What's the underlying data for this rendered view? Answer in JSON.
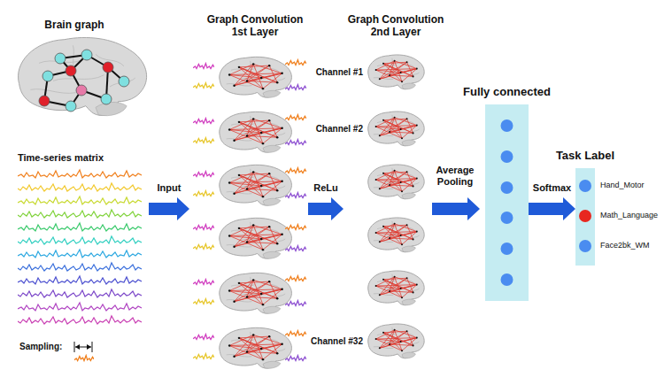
{
  "diagram": {
    "nodes": [
      {
        "text": [
          "Fully connected"
        ]
      },
      {
        "text": [
          "Task Label"
        ]
      }
    ],
    "edges": [
      {
        "from": 0,
        "to": 1,
        "arrow": "to",
        "label": "Softmax"
      }
    ],
    "labels": [
      "Brain graph",
      "Time-series matrix",
      "Sampling:",
      "Input",
      "Graph Convolution 1st Layer",
      "Graph Convolution 2nd Layer",
      "Channel #1",
      "Channel #2",
      "Channel #32",
      "ReLu",
      "Average Pooling",
      "Hand_Motor",
      "Math_Language",
      "Face2bk_WM"
    ]
  }
}
